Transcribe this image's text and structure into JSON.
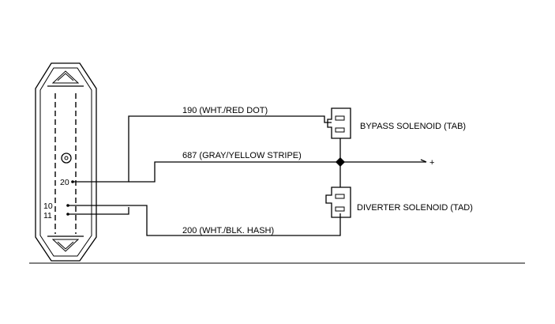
{
  "connector": {
    "pins": [
      "20",
      "10",
      "11"
    ]
  },
  "wires": {
    "wire_190": "190 (WHT./RED DOT)",
    "wire_687": "687 (GRAY/YELLOW STRIPE)",
    "wire_200": "200 (WHT./BLK. HASH)"
  },
  "solenoids": {
    "bypass": "BYPASS SOLENOID (TAB)",
    "diverter": "DIVERTER SOLENOID (TAD)"
  },
  "supply": {
    "symbol": "+"
  }
}
